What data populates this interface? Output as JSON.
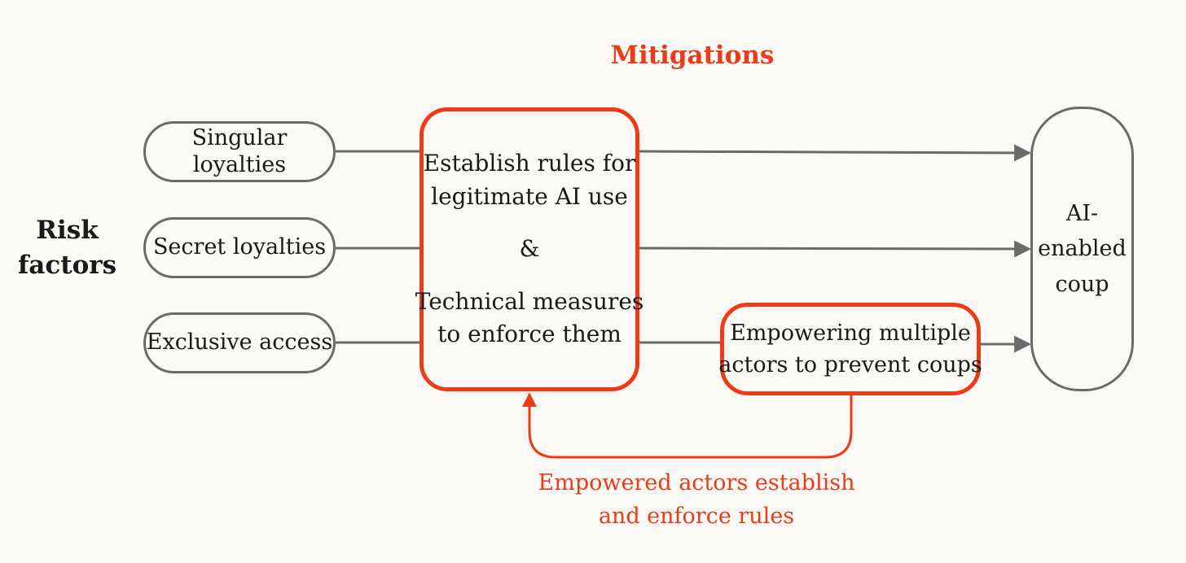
{
  "titles": {
    "mitigations": "Mitigations",
    "risk_factors": [
      "Risk",
      "factors"
    ]
  },
  "risk_factors": [
    "Singular loyalties",
    "Secret loyalties",
    "Exclusive access"
  ],
  "mitigations": {
    "rules_box": {
      "lines_top": [
        "Establish rules for",
        "legitimate AI use"
      ],
      "connector": "&",
      "lines_bottom": [
        "Technical measures",
        "to enforce them"
      ]
    },
    "empowering_box": [
      "Empowering multiple",
      "actors to prevent coups"
    ]
  },
  "outcome": [
    "AI-",
    "enabled",
    "coup"
  ],
  "feedback_label": [
    "Empowered actors establish",
    "and enforce rules"
  ],
  "colors": {
    "accent": "#ee3a17",
    "neutral_stroke": "#6b6b6b",
    "background": "#fbfaf6",
    "text": "#1a1a1a"
  }
}
